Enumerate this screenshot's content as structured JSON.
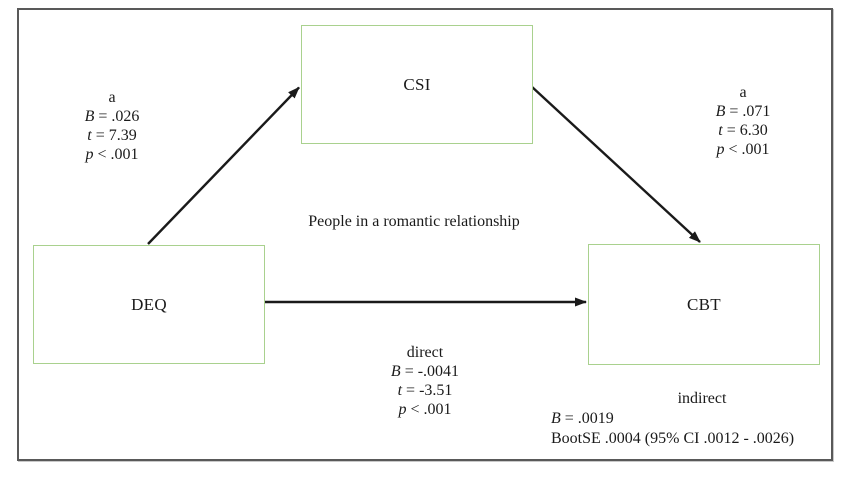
{
  "figure": {
    "caption": "People in a romantic relationship",
    "nodes": {
      "predictor": {
        "label": "DEQ"
      },
      "mediator": {
        "label": "CSI"
      },
      "outcome": {
        "label": "CBT"
      }
    },
    "paths": {
      "a_left": {
        "label": "a",
        "stats": [
          {
            "sym": "B",
            "rest": " = .026"
          },
          {
            "sym": "t",
            "rest": " = 7.39"
          },
          {
            "sym": "p",
            "rest": " < .001"
          }
        ]
      },
      "a_right": {
        "label": "a",
        "stats": [
          {
            "sym": "B",
            "rest": " = .071"
          },
          {
            "sym": "t",
            "rest": " = 6.30"
          },
          {
            "sym": "p",
            "rest": " < .001"
          }
        ]
      },
      "direct": {
        "label": "direct",
        "stats": [
          {
            "sym": "B",
            "rest": " = -.0041"
          },
          {
            "sym": "t",
            "rest": " = -3.51"
          },
          {
            "sym": "p",
            "rest": " < .001"
          }
        ]
      },
      "indirect": {
        "label": "indirect",
        "b_sym": "B",
        "b_rest": " = .0019",
        "boot_line": "BootSE .0004 (95% CI .0012 - .0026)"
      }
    }
  },
  "colors": {
    "node_border": "#A9D18E",
    "frame_border": "#595959",
    "arrow": "#1a1a1a"
  }
}
